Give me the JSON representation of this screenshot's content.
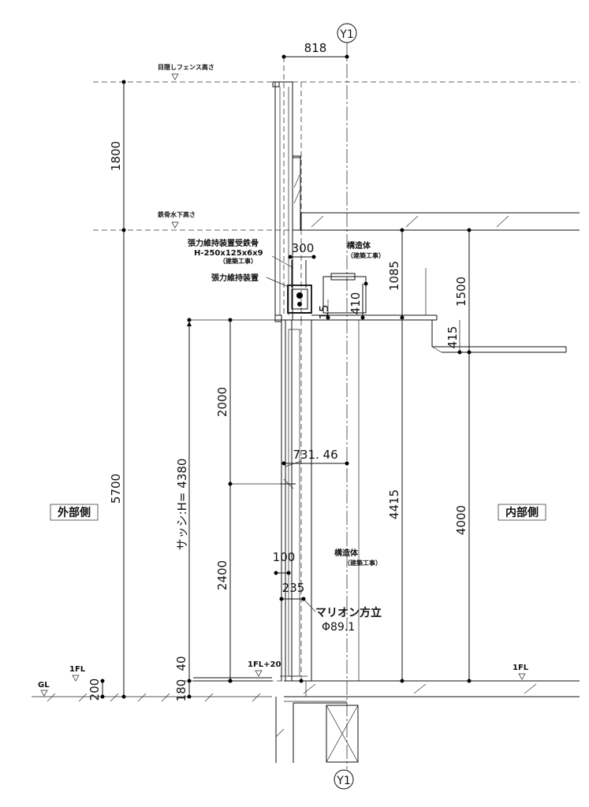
{
  "grid": {
    "label_top": "Y1",
    "label_bottom": "Y1"
  },
  "levels": {
    "fence_height": "目隠しフェンス高さ",
    "steel_underside": "鉄骨水下高さ",
    "fl_left": "1FL",
    "fl_right": "1FL",
    "fl_plus20": "1FL+20",
    "gl": "GL"
  },
  "sides": {
    "exterior": "外部側",
    "interior": "内部側"
  },
  "labels": {
    "tension_beam": "張力維持装置受鉄骨",
    "tension_beam_size": "H-250x125x6x9",
    "tension_beam_note": "（建築工事）",
    "tension_device": "張力維持装置",
    "structure_top": "構造体",
    "structure_top_note": "（建築工事）",
    "structure_mid": "構造体",
    "structure_mid_note": "（建築工事）",
    "mullion": "マリオン方立",
    "mullion_size": "Φ89.1",
    "sash": "サッシ:H= 4380"
  },
  "dims": {
    "d818": "818",
    "d1800": "1800",
    "d5700": "5700",
    "d300": "300",
    "d1085": "1085",
    "d1500": "1500",
    "d410": "410",
    "d15": "15",
    "d415": "415",
    "d2000": "2000",
    "d731": "731. 46",
    "d4415": "4415",
    "d4000": "4000",
    "d100": "100",
    "d235": "235",
    "d2400": "2400",
    "d40": "40",
    "d200": "200",
    "d180": "180"
  }
}
